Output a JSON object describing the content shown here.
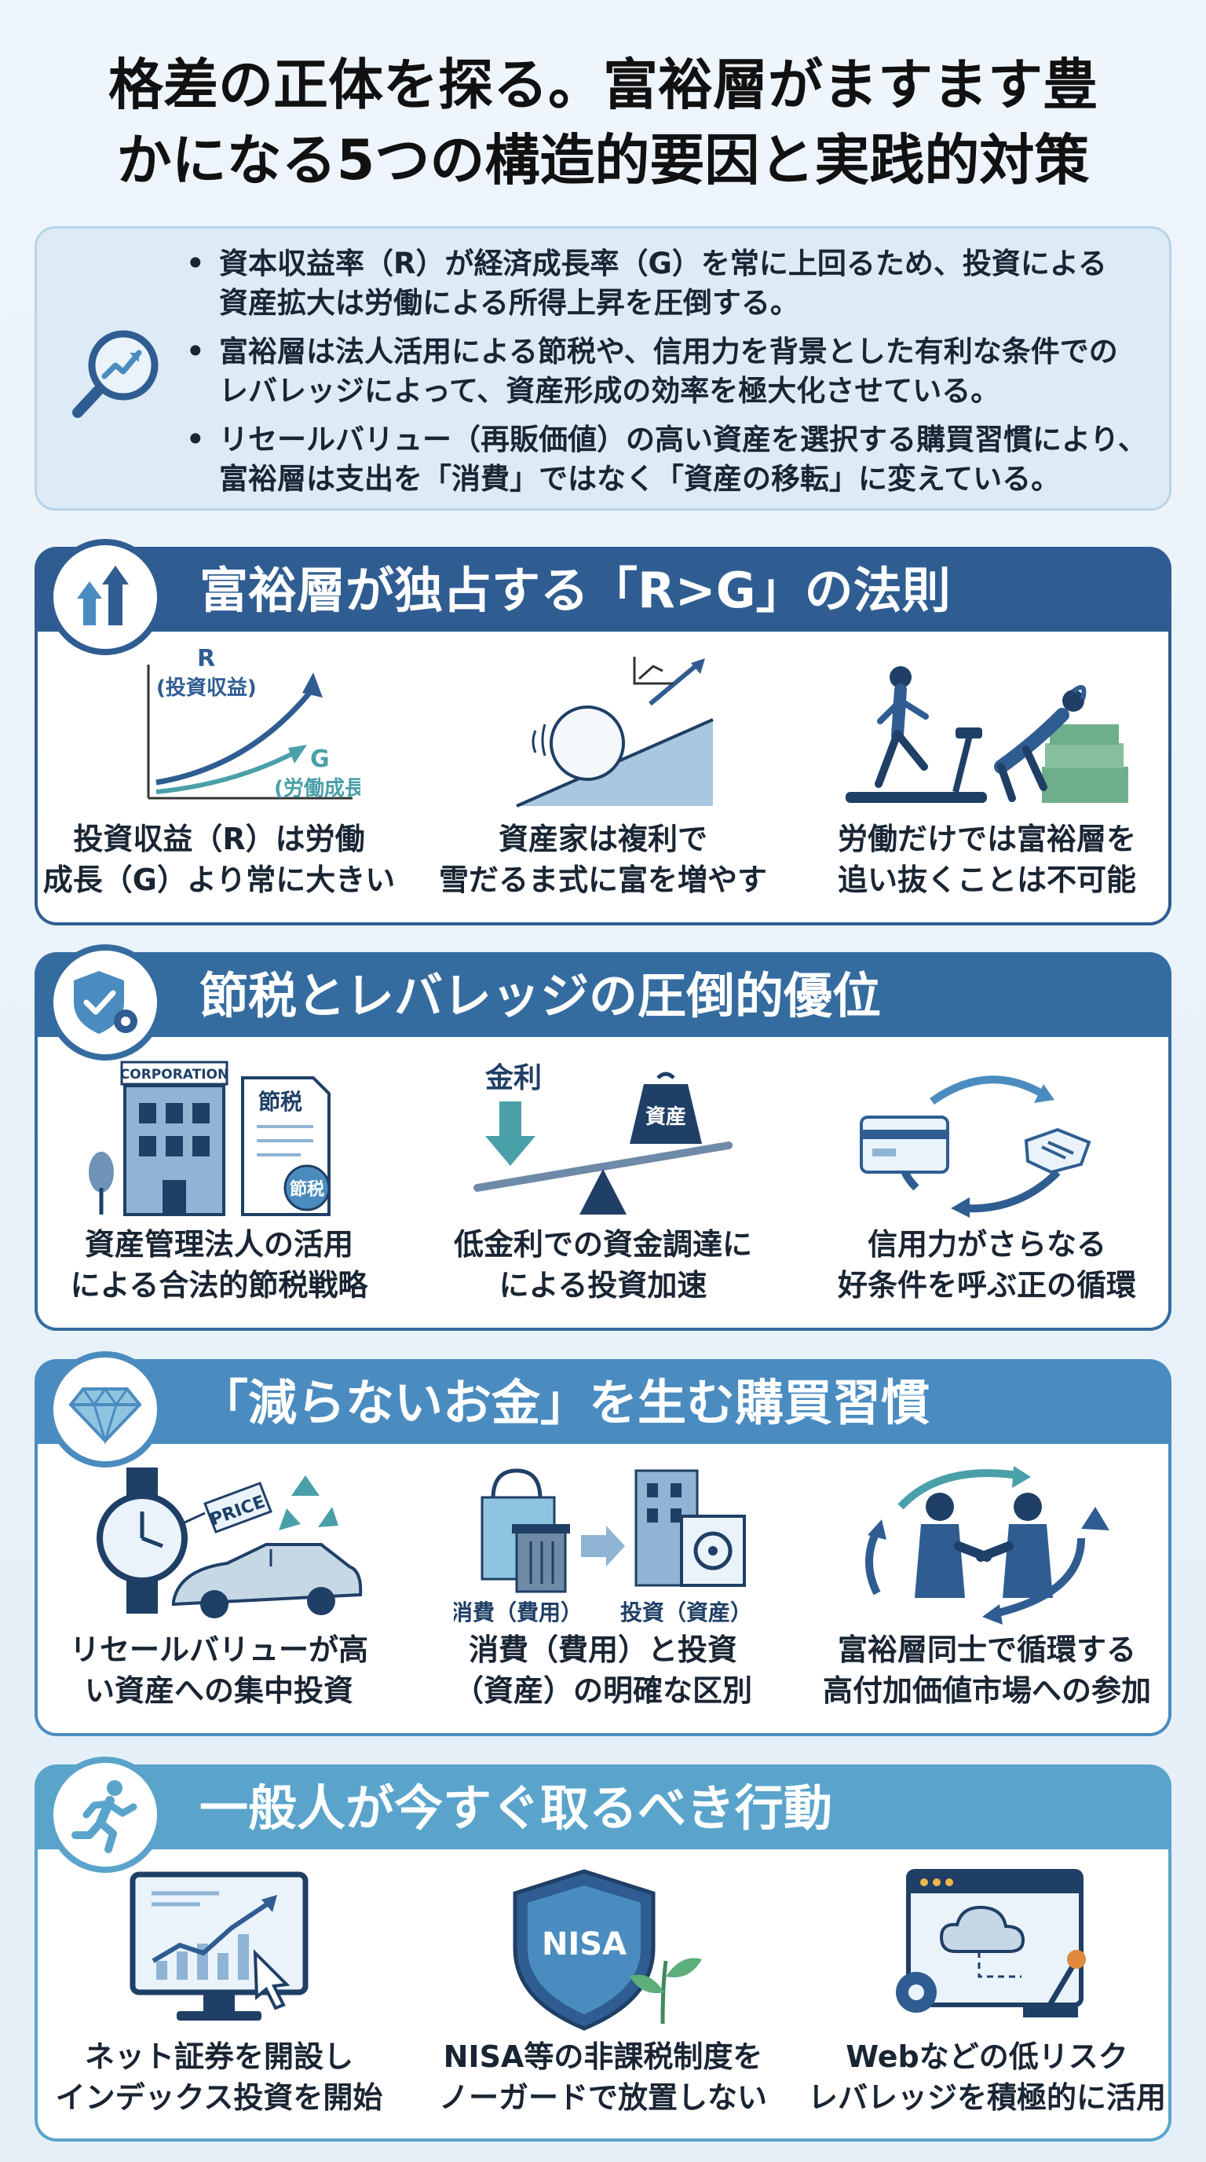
{
  "title": {
    "line1": "格差の正体を探る。富裕層がますます豊",
    "line2": "かになる5つの構造的要因と実践的対策"
  },
  "summary": {
    "icon": "magnifier-chart-icon",
    "bullets": [
      {
        "line1": "資本収益率（R）が経済成長率（G）を常に上回るため、投資による",
        "line2": "資産拡大は労働による所得上昇を圧倒する。"
      },
      {
        "line1": "富裕層は法人活用による節税や、信用力を背景とした有利な条件での",
        "line2": "レバレッジによって、資産形成の効率を極大化させている。"
      },
      {
        "line1": "リセールバリュー（再販価値）の高い資産を選択する購買習慣により、",
        "line2": "富裕層は支出を「消費」ではなく「資産の移転」に変えている。"
      }
    ]
  },
  "sections": [
    {
      "title": "富裕層が独占する「R>G」の法則",
      "icon": "growth-arrows-icon",
      "items": [
        {
          "icon": "r-vs-g-chart-icon",
          "label_r": "R",
          "label_r_sub": "(投資収益)",
          "label_g": "G",
          "label_g_sub": "(労働成長)",
          "line1": "投資収益（R）は労働",
          "line2": "成長（G）より常に大きい"
        },
        {
          "icon": "snowball-slope-icon",
          "line1": "資産家は複利で",
          "line2": "雪だるま式に富を増やす"
        },
        {
          "icon": "treadmill-vs-relaxing-icon",
          "line1": "労働だけでは富裕層を",
          "line2": "追い抜くことは不可能"
        }
      ]
    },
    {
      "title": "節税とレバレッジの圧倒的優位",
      "icon": "shield-gear-icon",
      "items": [
        {
          "icon": "corporation-document-icon",
          "corp_label": "CORPORATION",
          "doc_label": "節税",
          "stamp_label": "節税",
          "line1": "資産管理法人の活用",
          "line2": "による合法的節税戦略"
        },
        {
          "icon": "leverage-seesaw-icon",
          "rate_label": "金利",
          "weight_label": "資産",
          "line1": "低金利での資金調達に",
          "line2": "による投資加速"
        },
        {
          "icon": "credit-cycle-icon",
          "line1": "信用力がさらなる",
          "line2": "好条件を呼ぶ正の循環"
        }
      ]
    },
    {
      "title": "「減らないお金」を生む購買習慣",
      "icon": "diamond-icon",
      "items": [
        {
          "icon": "watch-car-price-icon",
          "price_label": "PRICE",
          "line1": "リセールバリューが高",
          "line2": "い資産への集中投資"
        },
        {
          "icon": "consume-vs-invest-icon",
          "consume_label": "消費（費用）",
          "invest_label": "投資（資産）",
          "line1": "消費（費用）と投資",
          "line2": "（資産）の明確な区別"
        },
        {
          "icon": "handshake-cycle-icon",
          "line1": "富裕層同士で循環する",
          "line2": "高付加価値市場への参加"
        }
      ]
    },
    {
      "title": "一般人が今すぐ取るべき行動",
      "icon": "running-person-icon",
      "items": [
        {
          "icon": "monitor-chart-icon",
          "line1": "ネット証券を開設し",
          "line2": "インデックス投資を開始"
        },
        {
          "icon": "nisa-shield-icon",
          "shield_label": "NISA",
          "line1": "NISA等の非課税制度を",
          "line2": "ノーガードで放置しない"
        },
        {
          "icon": "cloud-web-leverage-icon",
          "line1": "Webなどの低リスク",
          "line2": "レバレッジを積極的に活用"
        }
      ]
    }
  ]
}
